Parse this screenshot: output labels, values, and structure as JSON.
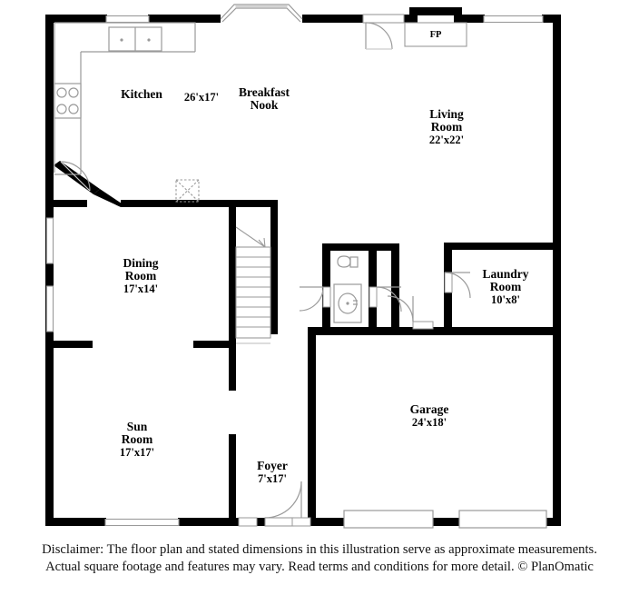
{
  "document": {
    "type": "residential-floor-plan",
    "level": "first-floor"
  },
  "rooms": [
    {
      "key": "kitchen",
      "name": "Kitchen",
      "dimensions": "",
      "name_line2": ""
    },
    {
      "key": "dims_26x17",
      "name": "26'x17'",
      "dimensions": "",
      "name_line2": ""
    },
    {
      "key": "breakfast",
      "name": "Breakfast",
      "name_line2": "Nook",
      "dimensions": ""
    },
    {
      "key": "living",
      "name": "Living",
      "name_line2": "Room",
      "dimensions": "22'x22'"
    },
    {
      "key": "dining",
      "name": "Dining",
      "name_line2": "Room",
      "dimensions": "17'x14'"
    },
    {
      "key": "laundry",
      "name": "Laundry",
      "name_line2": "Room",
      "dimensions": "10'x8'"
    },
    {
      "key": "garage",
      "name": "Garage",
      "name_line2": "",
      "dimensions": "24'x18'"
    },
    {
      "key": "sun",
      "name": "Sun",
      "name_line2": "Room",
      "dimensions": "17'x17'"
    },
    {
      "key": "foyer",
      "name": "Foyer",
      "name_line2": "",
      "dimensions": "7'x17'"
    }
  ],
  "labels": {
    "kitchen_name": "Kitchen",
    "kitchen_dims": "26'x17'",
    "breakfast_line1": "Breakfast",
    "breakfast_line2": "Nook",
    "living_line1": "Living",
    "living_line2": "Room",
    "living_dims": "22'x22'",
    "dining_line1": "Dining",
    "dining_line2": "Room",
    "dining_dims": "17'x14'",
    "laundry_line1": "Laundry",
    "laundry_line2": "Room",
    "laundry_dims": "10'x8'",
    "garage_line1": "Garage",
    "garage_dims": "24'x18'",
    "sun_line1": "Sun",
    "sun_line2": "Room",
    "sun_dims": "17'x17'",
    "foyer_line1": "Foyer",
    "foyer_dims": "7'x17'",
    "fireplace": "FP"
  },
  "fixtures": [
    {
      "key": "kitchen-sink",
      "type": "double-basin-sink"
    },
    {
      "key": "kitchen-range",
      "type": "four-burner-range"
    },
    {
      "key": "kitchen-counter",
      "type": "counter-run"
    },
    {
      "key": "toilet",
      "type": "toilet"
    },
    {
      "key": "vanity-sink",
      "type": "vanity-sink"
    },
    {
      "key": "staircase",
      "type": "stairs-up"
    },
    {
      "key": "fireplace",
      "type": "fireplace"
    }
  ],
  "openings": {
    "windows": [
      {
        "key": "kitchen-top-window",
        "wall": "top",
        "room": "kitchen"
      },
      {
        "key": "bay-window",
        "wall": "top",
        "room": "breakfast-nook",
        "style": "bay"
      },
      {
        "key": "living-top-window",
        "wall": "top",
        "room": "living-room"
      },
      {
        "key": "dining-window-upper",
        "wall": "left",
        "room": "dining-room"
      },
      {
        "key": "dining-window-lower",
        "wall": "left",
        "room": "dining-room"
      },
      {
        "key": "sunroom-window",
        "wall": "bottom",
        "room": "sun-room"
      }
    ],
    "doors": [
      {
        "key": "living-entry-door",
        "type": "swing"
      },
      {
        "key": "kitchen-angled-door",
        "type": "swing"
      },
      {
        "key": "powder-room-door",
        "type": "swing"
      },
      {
        "key": "hall-closet-door",
        "type": "swing"
      },
      {
        "key": "laundry-door",
        "type": "swing"
      },
      {
        "key": "garage-interior-door",
        "type": "swing"
      },
      {
        "key": "hall-door-lower",
        "type": "swing"
      },
      {
        "key": "front-entry-door",
        "type": "swing"
      },
      {
        "key": "garage-door-left",
        "type": "overhead"
      },
      {
        "key": "garage-door-right",
        "type": "overhead"
      }
    ]
  },
  "disclaimer": {
    "line1": "Disclaimer: The floor plan and stated dimensions in this illustration serve as approximate measurements.",
    "line2": "Actual square footage and features may vary. Read terms and conditions for more detail. © PlanOmatic"
  },
  "colors": {
    "wall": "#000000",
    "fixture_outline": "#9a9a9a",
    "window_fill": "#ffffff",
    "background": "#ffffff",
    "text": "#000000"
  }
}
